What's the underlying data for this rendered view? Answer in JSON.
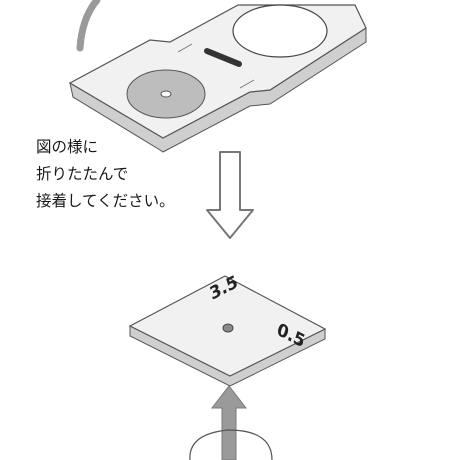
{
  "instruction": {
    "lines": [
      "図の様に",
      "折りたたんで",
      "接着してください。"
    ]
  },
  "plate": {
    "label_left": "3.5",
    "label_right": "0.5"
  },
  "icons": {
    "fold_arrow": "curved-arrow-icon",
    "down_arrow": "down-arrow-icon",
    "up_arrow": "up-arrow-icon"
  },
  "colors": {
    "card_face": "#f1f1f1",
    "card_edge": "#cfcfcf",
    "outline": "#555555",
    "disc": "#bdbdbd",
    "arrow_fill": "#9a9a9a"
  }
}
